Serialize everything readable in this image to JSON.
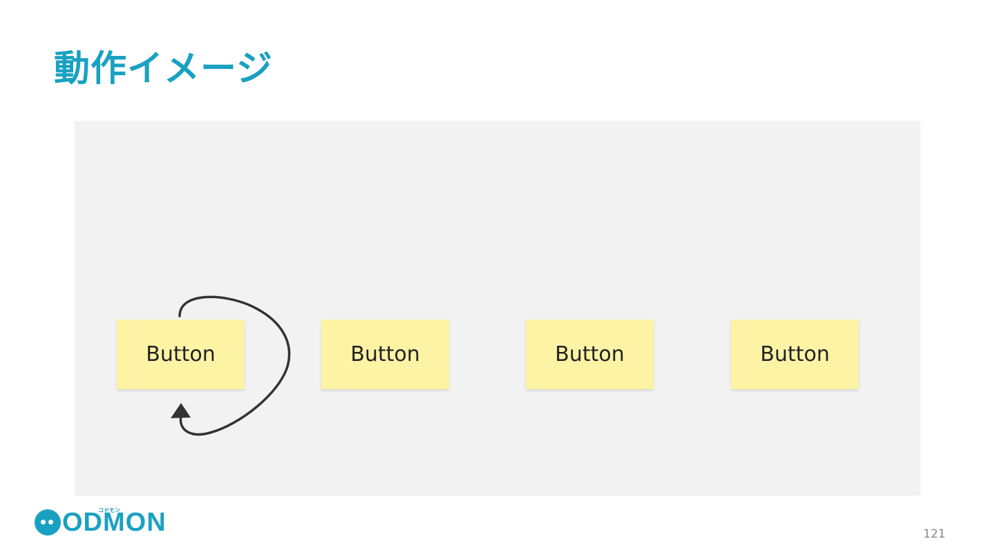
{
  "slide": {
    "title": "動作イメージ",
    "page_number": "121"
  },
  "colors": {
    "title": "#1aa1c1",
    "canvas_bg": "#f2f2f2",
    "sticky_note": "#fcf3a5",
    "arrow": "#333333",
    "logo": "#1aa1c1"
  },
  "canvas": {
    "buttons": [
      {
        "label": "Button"
      },
      {
        "label": "Button"
      },
      {
        "label": "Button"
      },
      {
        "label": "Button"
      }
    ],
    "loop_arrow_icon": "curved-loop-arrow-icon"
  },
  "logo": {
    "text": "ODMON",
    "kana": "コドモン"
  }
}
